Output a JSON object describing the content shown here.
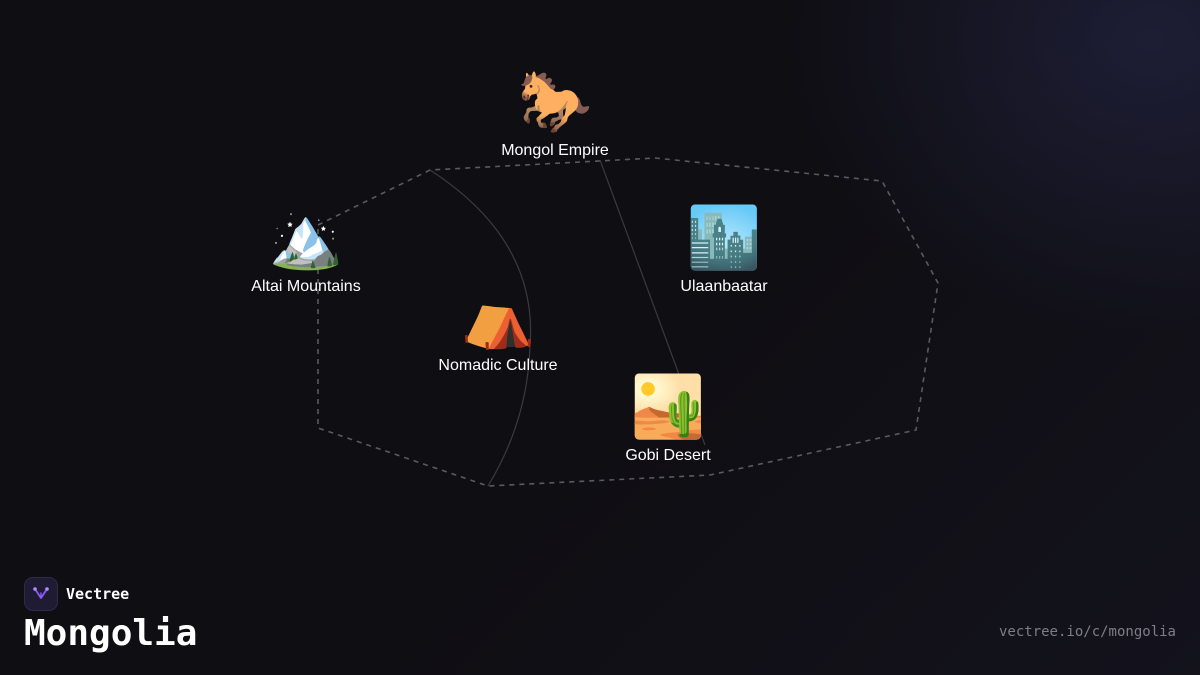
{
  "diagram": {
    "nodes": [
      {
        "id": "mongol-empire",
        "emoji": "🐎",
        "label": "Mongol Empire"
      },
      {
        "id": "altai-mountains",
        "emoji": "🏔️",
        "label": "Altai Mountains"
      },
      {
        "id": "ulaanbaatar",
        "emoji": "🏙️",
        "label": "Ulaanbaatar"
      },
      {
        "id": "nomadic-culture",
        "emoji": "⛺",
        "label": "Nomadic Culture"
      },
      {
        "id": "gobi-desert",
        "emoji": "🏜️",
        "label": "Gobi Desert"
      }
    ]
  },
  "brand": {
    "name": "Vectree",
    "logo_icon": "vectree-logo-icon"
  },
  "page": {
    "title": "Mongolia",
    "url": "vectree.io/c/mongolia"
  },
  "colors": {
    "background": "#0f0e13",
    "outline": "#5a5a63",
    "link": "#3a3a42",
    "logo_accent": "#8a5cf6"
  }
}
